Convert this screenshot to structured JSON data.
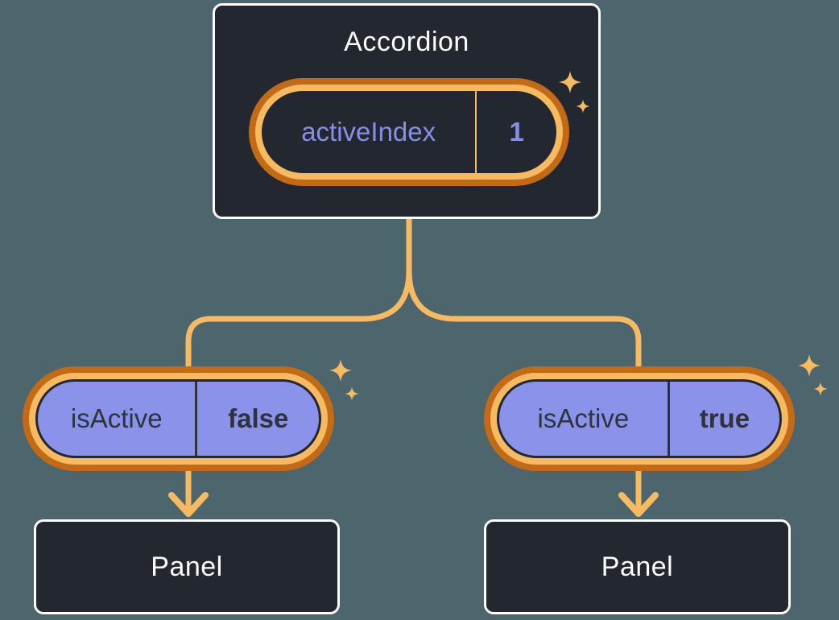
{
  "diagram": {
    "root": {
      "title": "Accordion",
      "state": {
        "label": "activeIndex",
        "value": "1"
      }
    },
    "children": [
      {
        "state": {
          "label": "isActive",
          "value": "false"
        },
        "panel_label": "Panel"
      },
      {
        "state": {
          "label": "isActive",
          "value": "true"
        },
        "panel_label": "Panel"
      }
    ],
    "icons": {
      "sparkle": "sparkle-icon",
      "arrow": "arrow-down-icon"
    },
    "colors": {
      "background": "#4D666E",
      "node_background": "#23272F",
      "node_border": "#FFFFFF",
      "pill_ring_outer": "#C26A15",
      "pill_ring_inner": "#F7BA60",
      "pill_fill_purple": "#8A92EA",
      "state_text_purple": "#868FE8",
      "state_text_dark": "#2E333D",
      "text_light": "#FFFFFF",
      "connector": "#F7BA60"
    }
  }
}
